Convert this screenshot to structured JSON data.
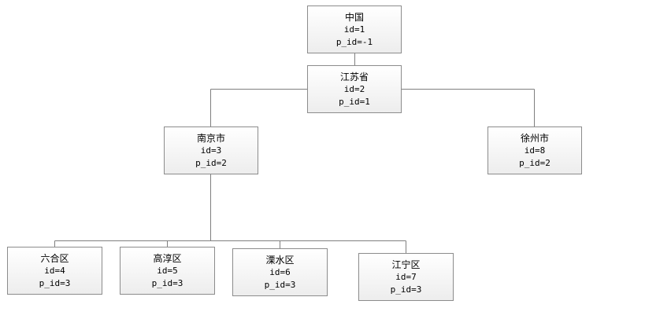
{
  "tree": {
    "nodes": [
      {
        "key": "china",
        "name": "中国",
        "id": "id=1",
        "pid": "p_id=-1"
      },
      {
        "key": "jiangsu",
        "name": "江苏省",
        "id": "id=2",
        "pid": "p_id=1"
      },
      {
        "key": "nanjing",
        "name": "南京市",
        "id": "id=3",
        "pid": "p_id=2"
      },
      {
        "key": "xuzhou",
        "name": "徐州市",
        "id": "id=8",
        "pid": "p_id=2"
      },
      {
        "key": "liuhe",
        "name": "六合区",
        "id": "id=4",
        "pid": "p_id=3"
      },
      {
        "key": "gaochun",
        "name": "高淳区",
        "id": "id=5",
        "pid": "p_id=3"
      },
      {
        "key": "lishui",
        "name": "溧水区",
        "id": "id=6",
        "pid": "p_id=3"
      },
      {
        "key": "jiangning",
        "name": "江宁区",
        "id": "id=7",
        "pid": "p_id=3"
      }
    ]
  }
}
